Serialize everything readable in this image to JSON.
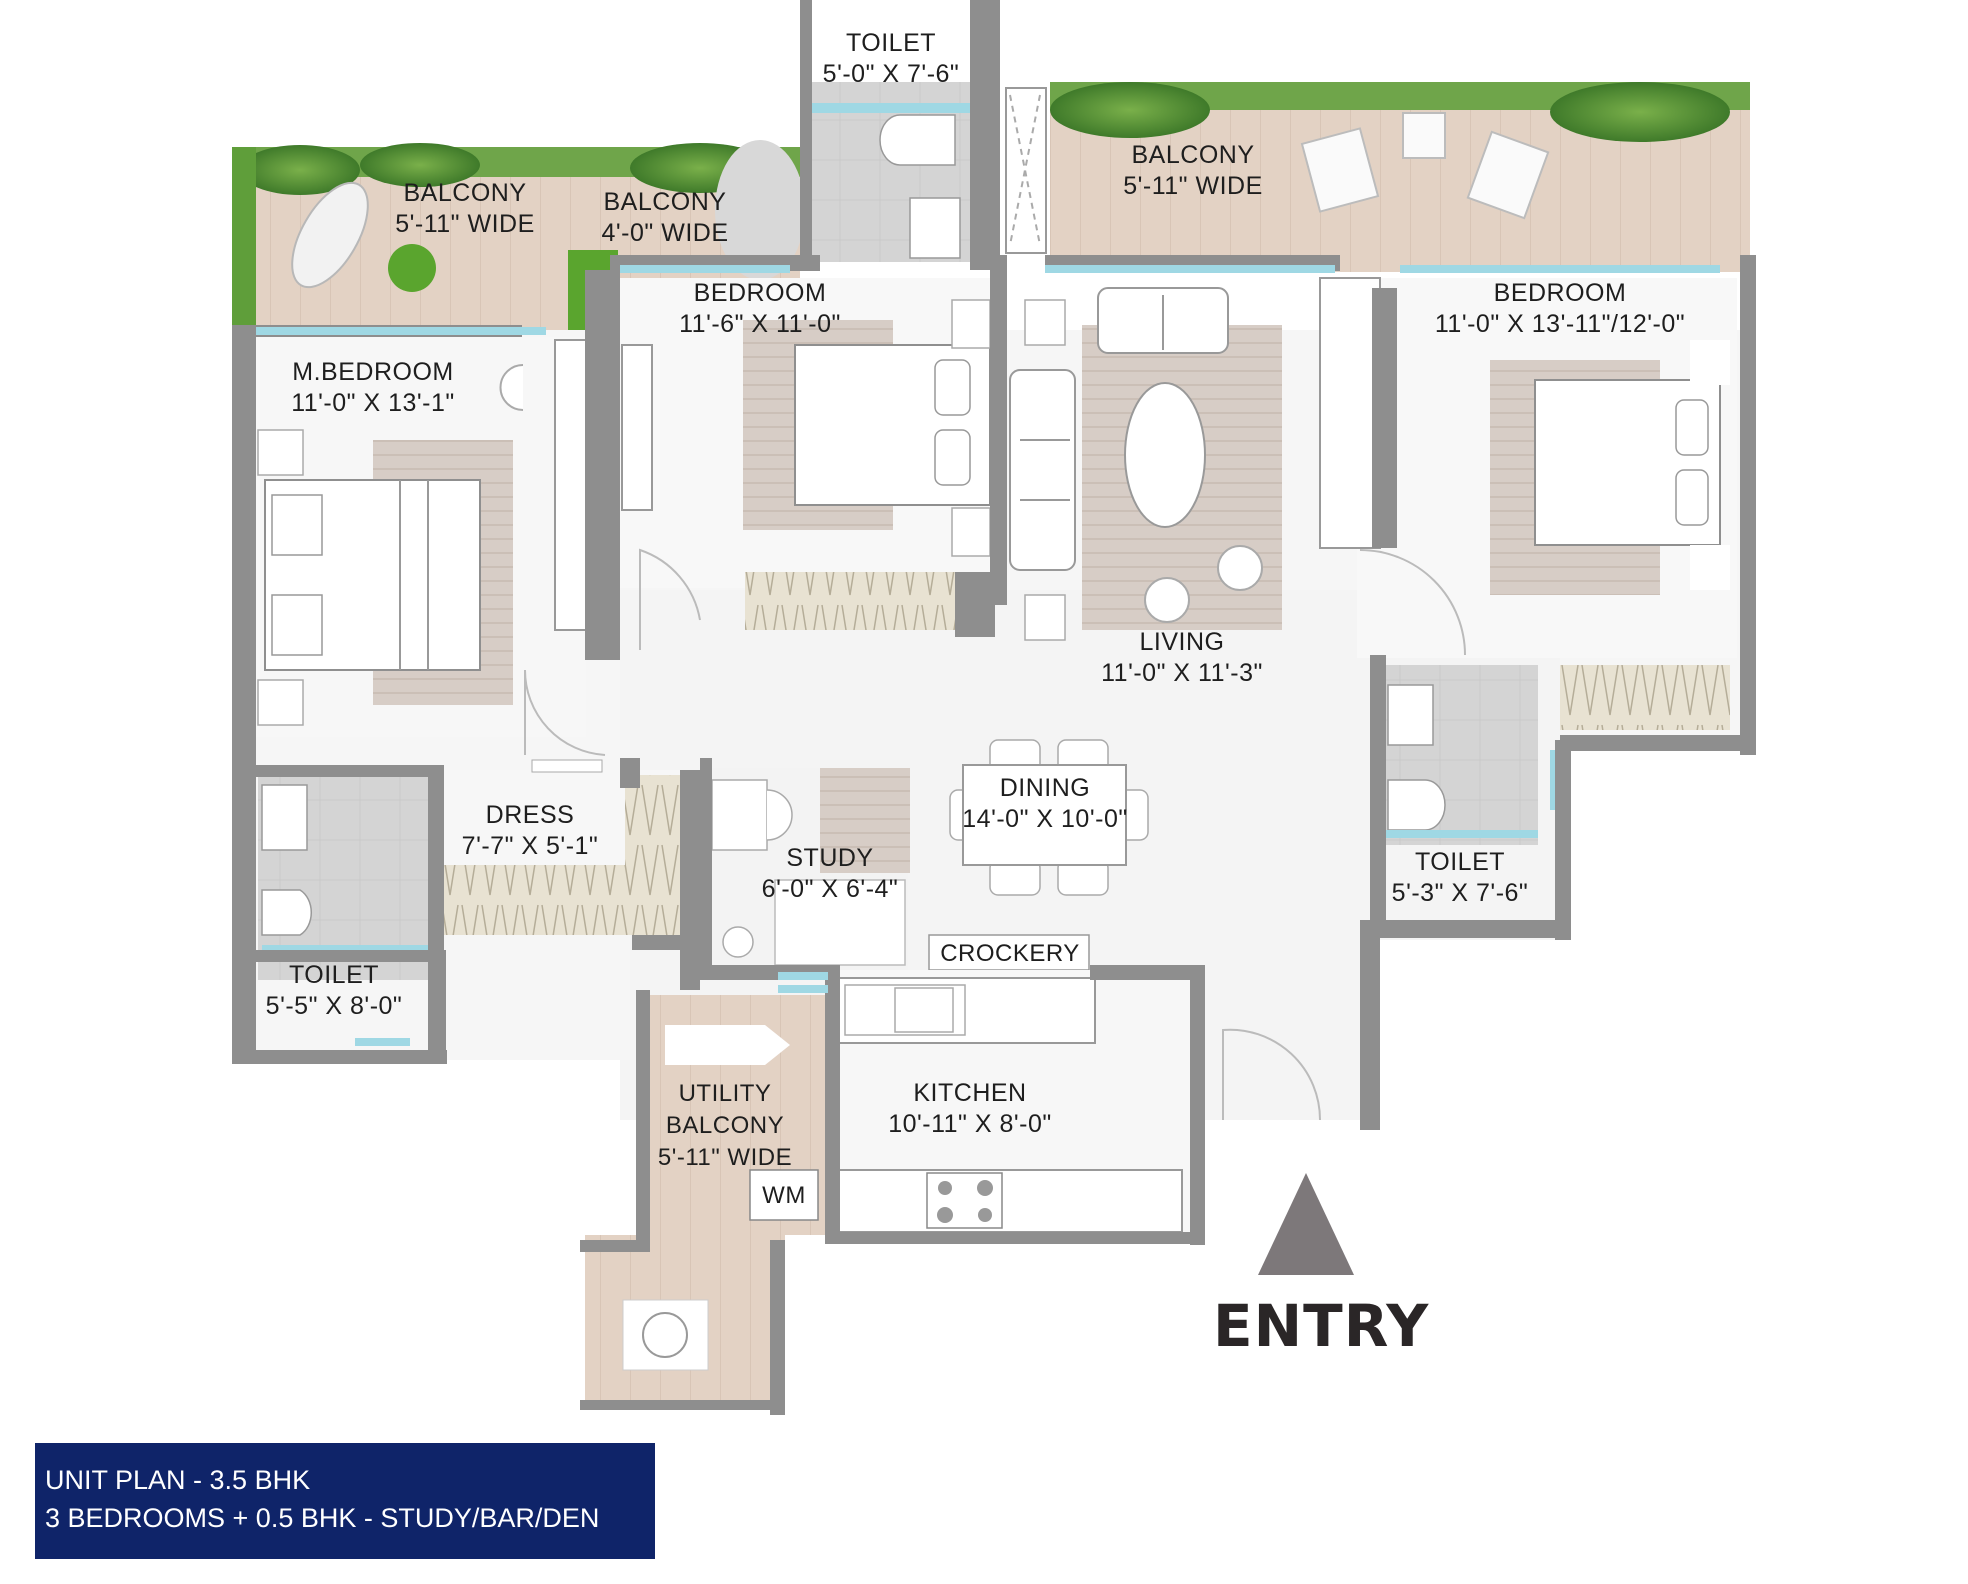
{
  "colors": {
    "wall": "#8e8e8e",
    "floor": "#f4f4f4",
    "balcony_deck": "#e3d2c4",
    "greenery": "#5f9e3a",
    "glass": "#9fd8e4",
    "rug": "#d9cfc8",
    "caption_bg": "#0f2469",
    "entry_arrow": "#7d787a"
  },
  "rooms": {
    "toilet_top": {
      "name": "TOILET",
      "size": "5'-0\" X 7'-6\""
    },
    "balcony_right": {
      "name": "BALCONY",
      "size": "5'-11\" WIDE"
    },
    "balcony_left": {
      "name": "BALCONY",
      "size": "5'-11\" WIDE"
    },
    "balcony_mid": {
      "name": "BALCONY",
      "size": "4'-0\" WIDE"
    },
    "bedroom_center": {
      "name": "BEDROOM",
      "size": "11'-6\" X 11'-0\""
    },
    "bedroom_right": {
      "name": "BEDROOM",
      "size": "11'-0\" X 13'-11\"/12'-0\""
    },
    "master_bedroom": {
      "name": "M.BEDROOM",
      "size": "11'-0\" X 13'-1\""
    },
    "living": {
      "name": "LIVING",
      "size": "11'-0\" X 11'-3\""
    },
    "dining": {
      "name": "DINING",
      "size": "14'-0\" X 10'-0\""
    },
    "dress": {
      "name": "DRESS",
      "size": "7'-7\" X 5'-1\""
    },
    "study": {
      "name": "STUDY",
      "size": "6'-0\" X 6'-4\""
    },
    "toilet_left": {
      "name": "TOILET",
      "size": "5'-5\" X 8'-0\""
    },
    "toilet_right": {
      "name": "TOILET",
      "size": "5'-3\" X 7'-6\""
    },
    "crockery": {
      "name": "CROCKERY"
    },
    "kitchen": {
      "name": "KITCHEN",
      "size": "10'-11\" X 8'-0\""
    },
    "utility_balcony": {
      "line1": "UTILITY",
      "line2": "BALCONY",
      "size": "5'-11\" WIDE"
    },
    "washing_machine": {
      "name": "WM"
    }
  },
  "entry": {
    "label": "ENTRY"
  },
  "caption": {
    "line1": "UNIT PLAN - 3.5 BHK",
    "line2": "3 BEDROOMS + 0.5 BHK - STUDY/BAR/DEN"
  }
}
